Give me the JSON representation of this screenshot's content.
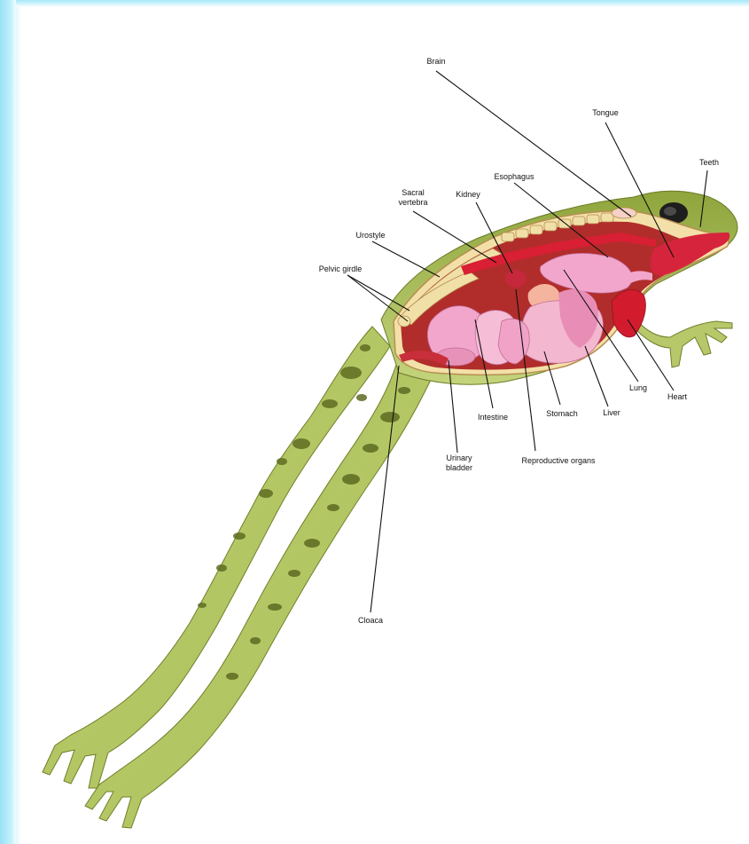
{
  "labels": {
    "brain": "Brain",
    "tongue": "Tongue",
    "teeth": "Teeth",
    "esophagus": "Esophagus",
    "kidney": "Kidney",
    "sacral_vertebra": "Sacral\nvertebra",
    "urostyle": "Urostyle",
    "pelvic_girdle": "Pelvic girdle",
    "lung": "Lung",
    "heart": "Heart",
    "liver": "Liver",
    "stomach": "Stomach",
    "intestine": "Intestine",
    "urinary_bladder": "Urinary\nbladder",
    "reproductive_organs": "Reproductive organs",
    "cloaca": "Cloaca"
  },
  "colors": {
    "skin": "#9bb14a",
    "skin_light": "#c9d98a",
    "spots": "#5d6b22",
    "cavity": "#b8322f",
    "bone": "#f1dfa8",
    "organ_pink": "#f0a9c8",
    "vessel_red": "#d81f33"
  }
}
